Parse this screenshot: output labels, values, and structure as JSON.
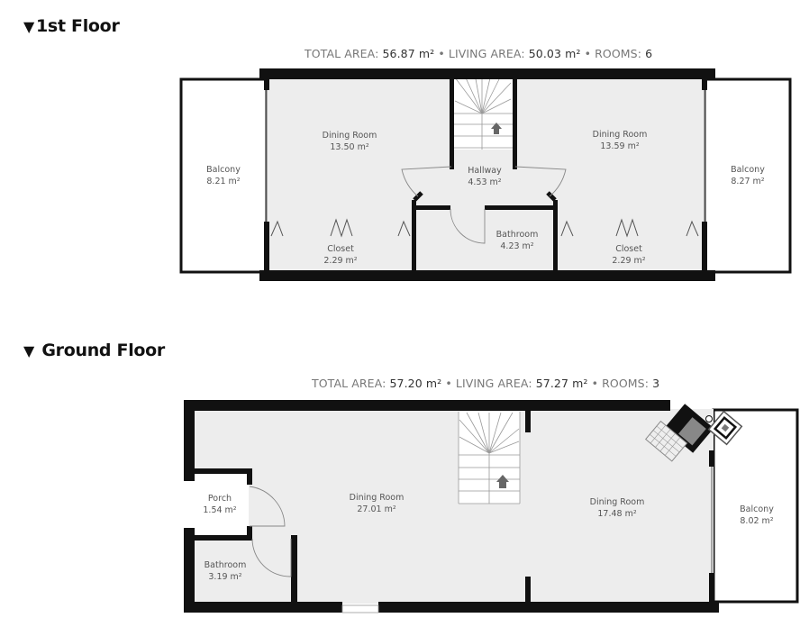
{
  "floors": [
    {
      "name": "1st Floor",
      "toggle_icon": "triangle-down",
      "stats": {
        "total_area_label": "TOTAL AREA:",
        "total_area": "56.87 m²",
        "sep1": "•",
        "living_area_label": "LIVING AREA:",
        "living_area": "50.03 m²",
        "sep2": "•",
        "rooms_label": "ROOMS:",
        "rooms": "6"
      },
      "rooms": [
        {
          "name": "Balcony",
          "area": "8.21 m²"
        },
        {
          "name": "Dining Room",
          "area": "13.50 m²"
        },
        {
          "name": "Closet",
          "area": "2.29 m²"
        },
        {
          "name": "Hallway",
          "area": "4.53 m²"
        },
        {
          "name": "Bathroom",
          "area": "4.23 m²"
        },
        {
          "name": "Dining Room",
          "area": "13.59 m²"
        },
        {
          "name": "Closet",
          "area": "2.29 m²"
        },
        {
          "name": "Balcony",
          "area": "8.27 m²"
        }
      ]
    },
    {
      "name": "Ground Floor",
      "toggle_icon": "triangle-down",
      "stats": {
        "total_area_label": "TOTAL AREA:",
        "total_area": "57.20 m²",
        "sep1": "•",
        "living_area_label": "LIVING AREA:",
        "living_area": "57.27 m²",
        "sep2": "•",
        "rooms_label": "ROOMS:",
        "rooms": "3"
      },
      "rooms": [
        {
          "name": "Porch",
          "area": "1.54 m²"
        },
        {
          "name": "Bathroom",
          "area": "3.19 m²"
        },
        {
          "name": "Dining Room",
          "area": "27.01 m²"
        },
        {
          "name": "Dining Room",
          "area": "17.48 m²"
        },
        {
          "name": "Balcony",
          "area": "8.02 m²"
        }
      ]
    }
  ],
  "colors": {
    "wall": "#111111",
    "floor_fill": "#ededed",
    "balcony_fill": "#ffffff",
    "label": "#555555"
  }
}
